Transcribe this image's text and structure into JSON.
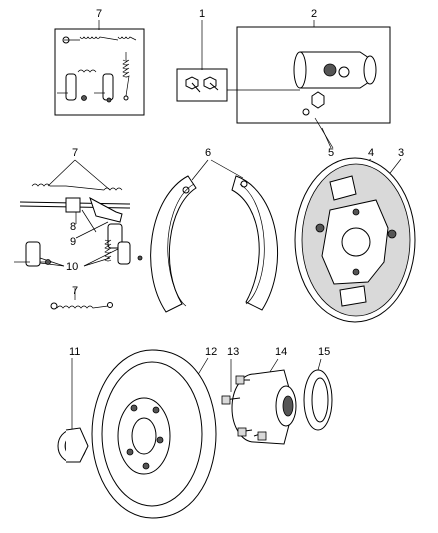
{
  "callouts": {
    "c1": "1",
    "c2": "2",
    "c3": "3",
    "c4": "4",
    "c5": "5",
    "c6": "6",
    "c7a": "7",
    "c7b": "7",
    "c7c": "7",
    "c8": "8",
    "c9": "9",
    "c10": "10",
    "c11": "11",
    "c12": "12",
    "c13": "13",
    "c14": "14",
    "c15": "15"
  }
}
